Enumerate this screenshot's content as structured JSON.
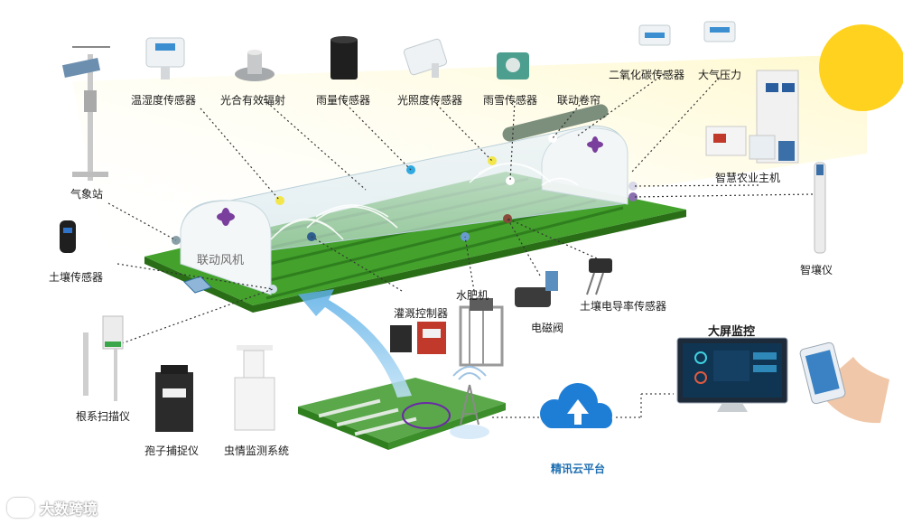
{
  "labels": {
    "weather_station": "气象站",
    "temp_humidity": "温湿度传感器",
    "par_radiation": "光合有效辐射",
    "rain_gauge": "雨量传感器",
    "illuminance": "光照度传感器",
    "rain_snow": "雨雪传感器",
    "roller_shade": "联动卷帘",
    "co2": "二氧化碳传感器",
    "air_pressure": "大气压力",
    "smart_host": "智慧农业主机",
    "soil_sensor": "土壤传感器",
    "fan": "联动风机",
    "smart_soil": "智壤仪",
    "fertigation": "水肥机",
    "irrigation_ctrl": "灌溉控制器",
    "solenoid": "电磁阀",
    "soil_ec": "土壤电导率传感器",
    "big_screen": "大屏监控",
    "root_scanner": "根系扫描仪",
    "spore_trap": "孢子捕捉仪",
    "pest_monitor": "虫情监测系统",
    "cloud_platform": "精讯云平台",
    "watermark": "大数跨境"
  },
  "colors": {
    "grass": "#3f9a2a",
    "grass_dark": "#2f7f1e",
    "cloud": "#1e7ed6",
    "sun": "#ffd21f",
    "arrow": "#7cc0ec"
  }
}
